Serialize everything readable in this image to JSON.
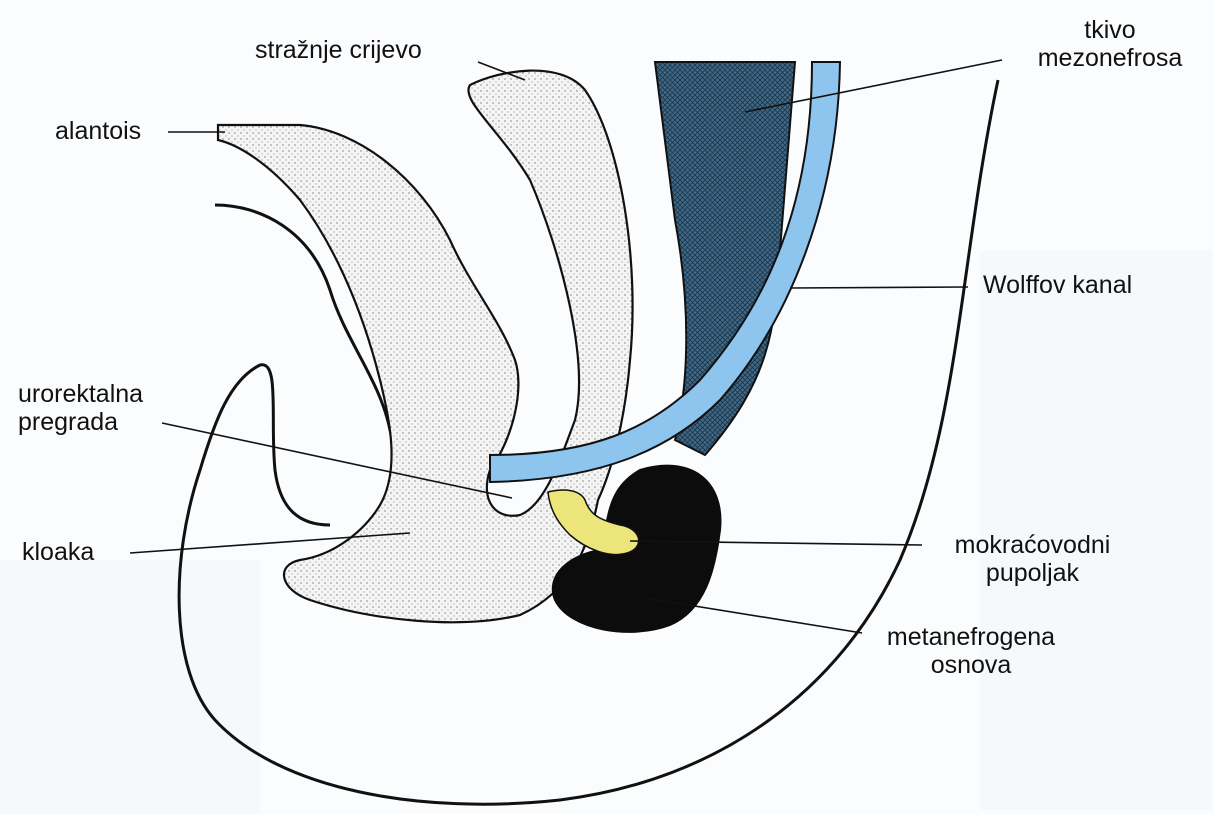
{
  "labels": {
    "straznje_crijevo": "stražnje crijevo",
    "alantois": "alantois",
    "tkivo_mezonefrosa": [
      "tkivo",
      "mezonefrosa"
    ],
    "wolffov_kanal": "Wolffov kanal",
    "urorektalna_pregrada": [
      "urorektalna",
      "pregrada"
    ],
    "kloaka": "kloaka",
    "mokracovodni_pupoljak": [
      "mokraćovodni",
      "pupoljak"
    ],
    "metanefrogena_osnova": [
      "metanefrogena",
      "osnova"
    ]
  },
  "colors": {
    "wolffian_duct": "#8ec5ee",
    "mesonephric_tissue": "#3f6a8a",
    "ureteric_bud": "#ece57a",
    "metanephric_blastema": "#0c0c0c",
    "gut_fill": "#f2f2f2",
    "outline": "#111111",
    "background_tint": "#eef5fa"
  }
}
